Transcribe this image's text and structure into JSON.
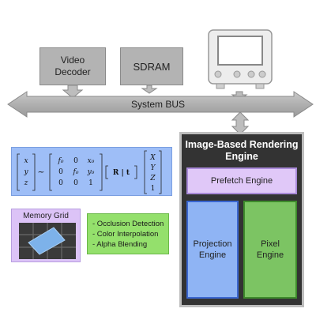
{
  "top_blocks": {
    "video_decoder": "Video\nDecoder",
    "sdram": "SDRAM"
  },
  "bus": {
    "label": "System BUS"
  },
  "equation": {
    "lhs": [
      "x",
      "y",
      "z"
    ],
    "tilde": "~",
    "intrinsic": [
      [
        "f₀",
        "0",
        "x₀"
      ],
      [
        "0",
        "f₀",
        "y₀"
      ],
      [
        "0",
        "0",
        "1"
      ]
    ],
    "extrinsic": "R | t",
    "world": [
      "X",
      "Y",
      "Z",
      "1"
    ]
  },
  "memory_grid": {
    "label": "Memory Grid"
  },
  "features": [
    "- Occlusion Detection",
    "- Color Interpolation",
    "- Alpha Blending"
  ],
  "engine": {
    "title": "Image-Based Rendering\nEngine",
    "prefetch": "Prefetch Engine",
    "projection": "Projection\nEngine",
    "pixel": "Pixel\nEngine"
  },
  "colors": {
    "gray_block": "#b3b3b3",
    "engine_bg": "#333333",
    "prefetch": "#e0c8f8",
    "projection": "#8fb4f4",
    "pixel": "#7cc463",
    "equation_bg": "#9ebef7",
    "features_bg": "#94e06c",
    "memory_bg": "#dcc3f7"
  }
}
